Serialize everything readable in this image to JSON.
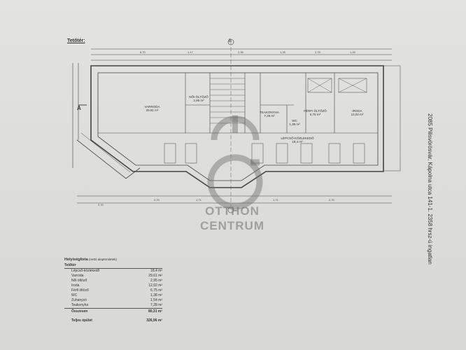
{
  "plan": {
    "title": "Tetőtér:",
    "rooms": [
      {
        "name": "VARRODA",
        "area": "29,61 m²"
      },
      {
        "name": "NŐI ÖLTÖZŐ",
        "area": "2,95 m²"
      },
      {
        "name": "TEAKONYHA",
        "area": "7,28 m²"
      },
      {
        "name": "FÉRFI ÖLTÖZŐ",
        "area": "6,75 m²"
      },
      {
        "name": "WC",
        "area": "1,38 m²"
      },
      {
        "name": "IRODA",
        "area": "12,02 m²"
      },
      {
        "name": "LÉPCSŐ-KÖZLEKEDŐ",
        "area": "18,4 m²"
      }
    ],
    "axis_marks": [
      "A",
      "B"
    ]
  },
  "address": "2085 Pilisvörösvár, Kápolna utca 141-1. 2358 hrsz-ú ingatlan",
  "watermark": {
    "line1": "OTTHON",
    "line2": "CENTRUM"
  },
  "room_table": {
    "title": "Helyiséglista",
    "subtitle": "(nettó alapterületek)",
    "floor": "Tetőtér",
    "rows": [
      {
        "name": "Lépcső-közlekedő",
        "value": "18,4 m²"
      },
      {
        "name": "Varroda",
        "value": "29,61 m²"
      },
      {
        "name": "Női öltöző",
        "value": "2,95 m²"
      },
      {
        "name": "Iroda",
        "value": "12,02 m²"
      },
      {
        "name": "Férfi öltöző",
        "value": "6,75 m²"
      },
      {
        "name": "WC",
        "value": "1,38 m²"
      },
      {
        "name": "Zuhanyzó",
        "value": "1,54 m²"
      },
      {
        "name": "Teakonyha",
        "value": "7,28 m²"
      }
    ],
    "total_label": "Összesen",
    "total_value": "80,31 m²",
    "built_label": "Teljes épület",
    "built_value": "326,96 m²"
  }
}
